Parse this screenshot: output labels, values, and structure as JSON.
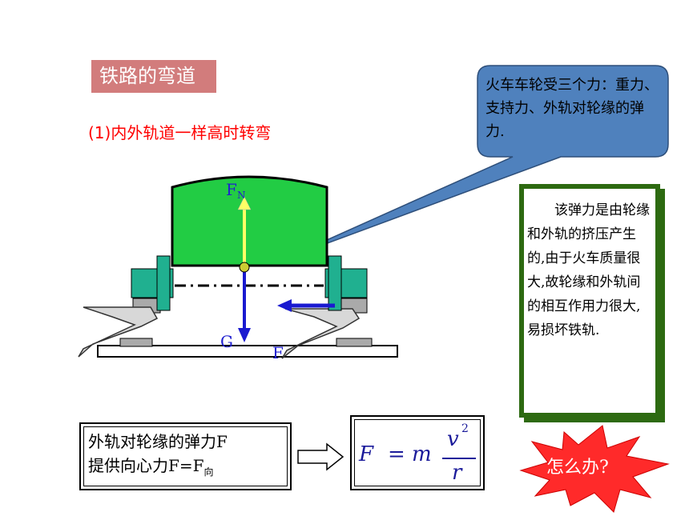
{
  "slide": {
    "title": "铁路的弯道",
    "subtitle": "(1)内外轨道一样高时转弯",
    "callout_text": "火车车轮受三个力：重力、支持力、外轨对轮缘的弹力.",
    "explanation_text": "　　该弹力是由轮缘和外轨的挤压产生的,由于火车质量很大,故轮缘和外轨间的相互作用力很大,易损坏铁轨.",
    "formula_desc_line1": "外轨对轮缘的弹力F",
    "formula_desc_line2": "提供向心力F=F",
    "formula_desc_sub": "向",
    "formula": {
      "F": "F",
      "eq": "=",
      "m": "m",
      "v": "v",
      "exp": "2",
      "r": "r"
    },
    "star_text": "怎么办?"
  },
  "diagram": {
    "fn_label": "F",
    "fn_sub": "N",
    "g_label": "G",
    "f_label": "F"
  },
  "colors": {
    "title_bg": "#d27c7c",
    "subtitle": "#ff0000",
    "callout": "#4f81bd",
    "train": "#22cc44",
    "wheel": "#20b090",
    "green_border": "#2d6a11",
    "star": "#ff2a2a",
    "arrow_blue": "#1a1ad0",
    "arrow_yellow": "#ffff66"
  }
}
